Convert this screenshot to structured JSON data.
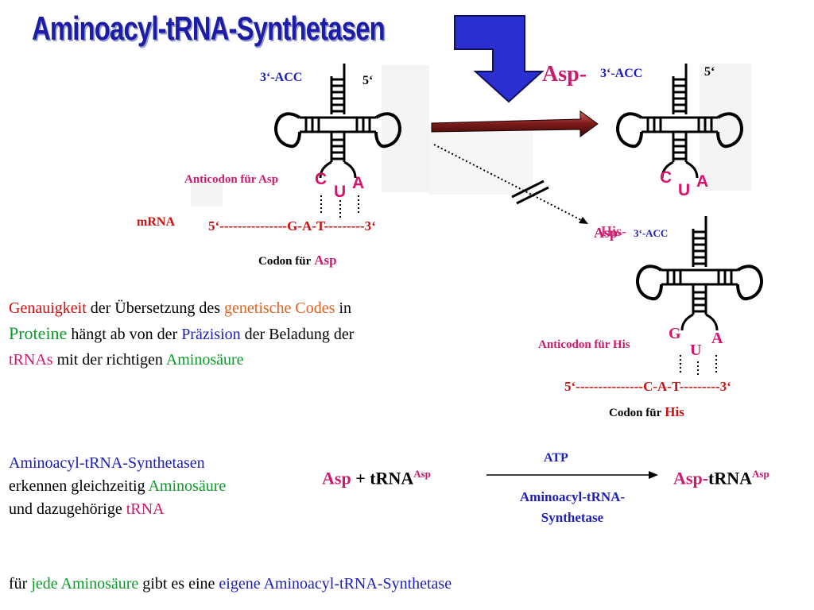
{
  "title": "Aminoacyl-tRNA-Synthetasen",
  "trna_asp": {
    "end3": "3‘-ACC",
    "end5": "5‘",
    "anticodon_label": "Anticodon für Asp",
    "anticodon": [
      "C",
      "U",
      "A"
    ],
    "mrna_label": "mRNA",
    "mrna": "5‘---------------G-A-T---------3‘",
    "codon_prefix": "Codon für",
    "codon_aa": "Asp"
  },
  "trna_charged": {
    "aa": "Asp-",
    "end3": "3‘-ACC",
    "end5": "5‘",
    "anticodon": [
      "C",
      "U",
      "A"
    ]
  },
  "trna_his": {
    "aa_overlap_a": "Asp-",
    "aa_overlap_b": "His-",
    "end3": "3‘-ACC",
    "anticodon_label": "Anticodon für His",
    "anticodon": [
      "G",
      "U",
      "A"
    ],
    "mrna": "5‘---------------C-A-T---------3‘",
    "codon_prefix": "Codon für",
    "codon_aa": "His"
  },
  "paragraph1": {
    "w1": "Genauigkeit",
    "w2": " der Übersetzung des ",
    "w3": "genetische Codes",
    "w4": " in",
    "w5": "Proteine",
    "w6": " hängt ab von der ",
    "w7": "Präzision",
    "w8": " der Beladung der",
    "w9": "tRNAs",
    "w10": " mit der richtigen ",
    "w11": "Aminosäure"
  },
  "paragraph2": {
    "line1": "Aminoacyl-tRNA-Synthetasen",
    "line2a": "erkennen gleichzeitig ",
    "line2b": "Aminosäure",
    "line3a": "und dazugehörige ",
    "line3b": "tRNA"
  },
  "reaction": {
    "left_aa": "Asp",
    "plus": " + tRNA",
    "left_sup": "Asp",
    "atp": "ATP",
    "enzyme_line1": "Aminoacyl-tRNA-",
    "enzyme_line2": "Synthetase",
    "right_aa": "Asp-",
    "right_trna": "tRNA",
    "right_sup": "Asp"
  },
  "footer": {
    "a": "für ",
    "b": "jede Aminosäure",
    "c": " gibt es eine ",
    "d": "eigene Aminoacyl-tRNA-Synthetase"
  },
  "colors": {
    "title": "#1c1ca6",
    "blue": "#1f20b8",
    "red": "#cc1010",
    "magenta": "#cc1a6e",
    "green": "#0c9a28",
    "orange": "#e0601e",
    "arrow_blue": "#2b2fd0"
  }
}
